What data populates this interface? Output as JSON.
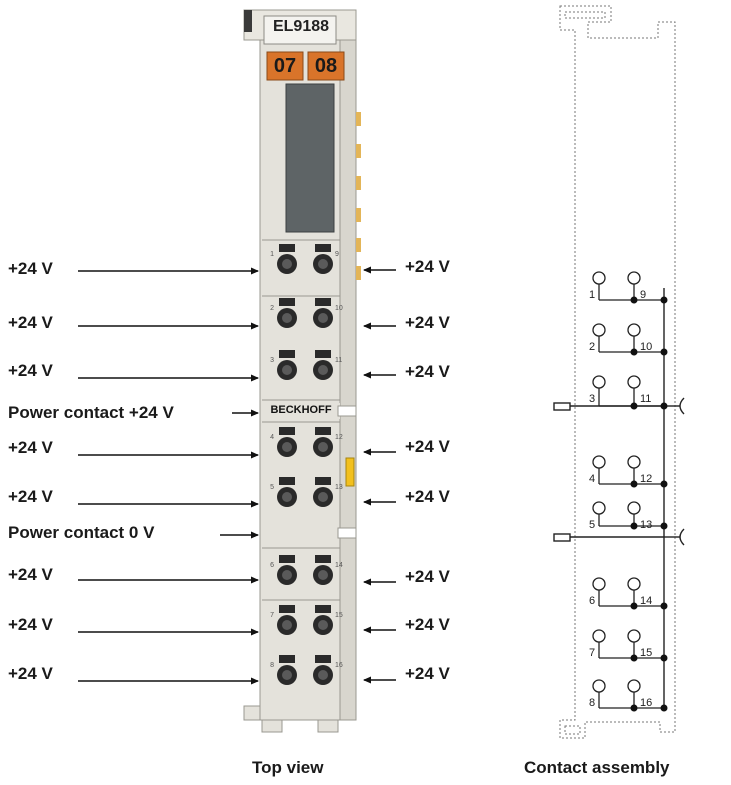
{
  "terminal": {
    "model": "EL9188",
    "led_labels": [
      "07",
      "08"
    ],
    "brand": "BECKHOFF",
    "accent_color": "#d9742a"
  },
  "labels": {
    "v24": "+24 V",
    "power_contact_plus": "Power contact +24 V",
    "power_contact_zero": "Power contact 0 V"
  },
  "captions": {
    "top_view": "Top view",
    "contact_assembly": "Contact assembly"
  },
  "terminal_numbers": {
    "left": [
      "1",
      "2",
      "3",
      "4",
      "5",
      "6",
      "7",
      "8"
    ],
    "right": [
      "9",
      "10",
      "11",
      "12",
      "13",
      "14",
      "15",
      "16"
    ]
  }
}
